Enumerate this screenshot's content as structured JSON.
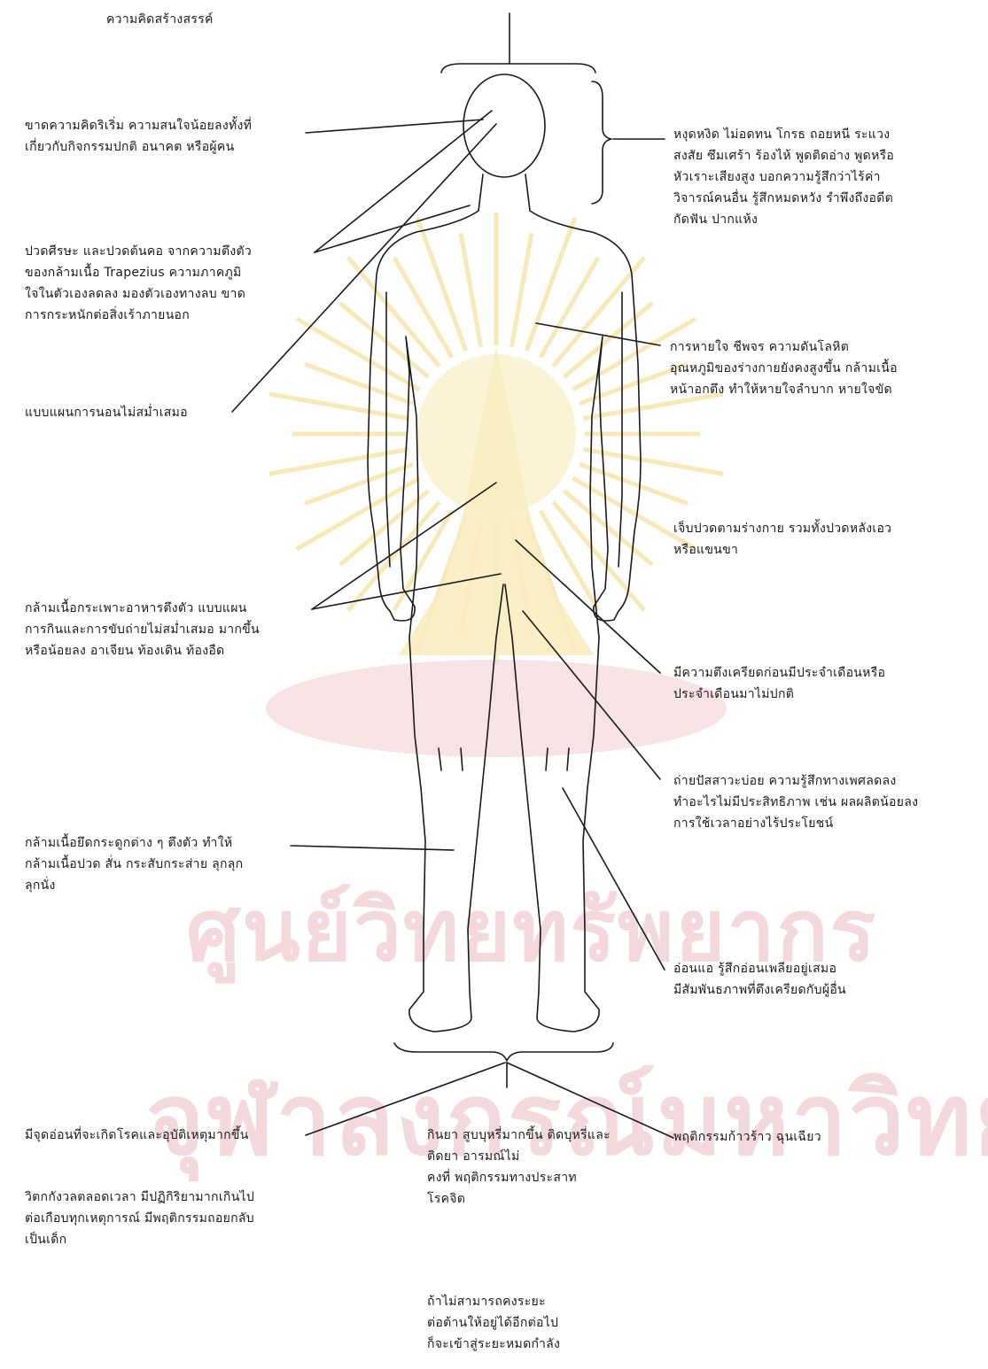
{
  "labels": {
    "top_left": "ความคิดสร้างสรรค์",
    "left_head": "ขาดความคิดริเริ่ม ความสนใจน้อยลงทั้งที่\nเกี่ยวกับกิจกรรมปกติ อนาคต หรือผู้คน",
    "left_neck": "ปวดศีรษะ และปวดต้นคอ จากความตึงตัว\nของกล้ามเนื้อ Trapezius  ความภาคภูมิ\nใจในตัวเองลดลง มองตัวเองทางลบ ขาด\nการกระหนักต่อสิ่งเร้าภายนอก",
    "left_sleep": "แบบแผนการนอนไม่สม่ำเสมอ",
    "left_stomach": "กล้ามเนื้อกระเพาะอาหารตึงตัว แบบแผน\nการกินและการขับถ่ายไม่สม่ำเสมอ มากขึ้น\nหรือน้อยลง อาเจียน ท้องเดิน ท้องอืด",
    "left_muscle": "กล้ามเนื้อยึดกระดูกต่าง ๆ ตึงตัว ทำให้\nกล้ามเนื้อปวด สั่น กระสับกระส่าย ลุกลุก\nลุกนั่ง",
    "bottom_left_1": "มีจุดอ่อนที่จะเกิดโรคและอุบัติเหตุมากขึ้น",
    "bottom_left_2": "วิตกกังวลตลอดเวลา มีปฏิกิริยามากเกินไป\nต่อเกือบทุกเหตุการณ์ มีพฤติกรรมถอยกลับ\nเป็นเด็ก",
    "right_head": "หงุดหงิด ไม่อดทน โกรธ ถอยหนี ระแวง\nสงสัย ซึมเศร้า ร้องไห้ พูดติดอ่าง พูดหรือ\nหัวเราะเสียงสูง บอกความรู้สึกว่าไร้ค่า\nวิจารณ์คนอื่น รู้สึกหมดหวัง รำพึงถึงอดีต\nกัดฟัน ปากแห้ง",
    "right_chest": "การหายใจ ชีพจร ความดันโลหิต\nอุณหภูมิของร่างกายยังคงสูงขึ้น กล้ามเนื้อ\nหน้าอกตึง ทำให้หายใจลำบาก หายใจขัด",
    "right_pain": "เจ็บปวดตามร่างกาย รวมทั้งปวดหลังเอว\nหรือแขนขา",
    "right_menses": "มีความตึงเครียดก่อนมีประจำเดือนหรือ\nประจำเดือนมาไม่ปกติ",
    "right_urine": "ถ่ายปัสสาวะบ่อย  ความรู้สึกทางเพศลดลง\nทำอะไรไม่มีประสิทธิภาพ เช่น ผลผลิตน้อยลง\nการใช้เวลาอย่างไร้ประโยชน์",
    "right_weak": "อ่อนแอ รู้สึกอ่อนเพลียอยู่เสมอ\nมีสัมพันธภาพที่ตึงเครียดกับผู้อื่น",
    "bottom_right": "พฤติกรรมก้าวร้าว ฉุนเฉียว",
    "bottom_center_1": "กินยา สูบบุหรี่มากขึ้น ติดบุหรี่และติดยา อารมณ์ไม่\nคงที่ พฤติกรรมทางประสาท\nโรคจิต",
    "bottom_center_2": "ถ้าไม่สามารถคงระยะ\nต่อต้านให้อยู่ได้อีกต่อไป\nก็จะเข้าสู่ระยะหมดกำลัง"
  },
  "watermark": {
    "line1": "ศูนย์วิทยทรัพยากร",
    "line2": "จุฬาลงกรณ์มหาวิทยาลัย"
  },
  "colors": {
    "ink": "#1a1a1a",
    "watermark_text": "#f3d8dc",
    "watermark_seal": "#f6e6b0"
  }
}
